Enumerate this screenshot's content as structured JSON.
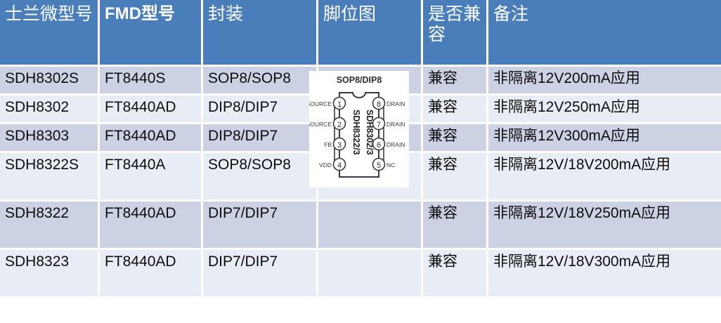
{
  "table": {
    "headers": [
      {
        "label": "士兰微型号",
        "name": "header-silan-model",
        "latin": false
      },
      {
        "label": "FMD型号",
        "name": "header-fmd-model",
        "latin": true
      },
      {
        "label": "封装",
        "name": "header-package",
        "latin": false
      },
      {
        "label": "脚位图",
        "name": "header-pinout",
        "latin": false
      },
      {
        "label": "是否兼容",
        "name": "header-compatible",
        "latin": false
      },
      {
        "label": "备注",
        "name": "header-remark",
        "latin": false
      }
    ],
    "rows": [
      {
        "silan": "SDH8302S",
        "fmd": "FT8440S",
        "package": "SOP8/SOP8",
        "compatible": "兼容",
        "remark": "非隔离12V200mA应用"
      },
      {
        "silan": "SDH8302",
        "fmd": "FT8440AD",
        "package": "DIP8/DIP7",
        "compatible": "兼容",
        "remark": "非隔离12V250mA应用"
      },
      {
        "silan": "SDH8303",
        "fmd": "FT8440AD",
        "package": "DIP8/DIP7",
        "compatible": "兼容",
        "remark": "非隔离12V300mA应用"
      },
      {
        "silan": "SDH8322S",
        "fmd": "FT8440A",
        "package": "SOP8/SOP8",
        "compatible": "兼容",
        "remark": "非隔离12V/18V200mA应用"
      },
      {
        "silan": "SDH8322",
        "fmd": "FT8440AD",
        "package": "DIP7/DIP7",
        "compatible": "兼容",
        "remark": "非隔离12V/18V250mA应用"
      },
      {
        "silan": "SDH8323",
        "fmd": "FT8440AD",
        "package": "DIP7/DIP7",
        "compatible": "兼容",
        "remark": "非隔离12V/18V300mA应用"
      }
    ]
  },
  "pin_diagram": {
    "title": "SOP8/DIP8",
    "body_label_left": "SDH8322/3",
    "body_label_right": "SDH8302/3",
    "left_pins": [
      {
        "num": "1",
        "label": "SOURCE"
      },
      {
        "num": "2",
        "label": "SOURCE"
      },
      {
        "num": "3",
        "label": "FB"
      },
      {
        "num": "4",
        "label": "VDD"
      }
    ],
    "right_pins": [
      {
        "num": "8",
        "label": "DRAIN"
      },
      {
        "num": "7",
        "label": "DRAIN"
      },
      {
        "num": "6",
        "label": "DRAIN"
      },
      {
        "num": "5",
        "label": "NC"
      }
    ]
  },
  "colors": {
    "header_blue": "#4a7ebb",
    "band_dark": "#ccd2e3",
    "band_light": "#e8ecf4",
    "text": "#0d0d0d",
    "header_text": "#ffffff",
    "diagram_line": "#3b3b3b",
    "diagram_text": "#3b3b3b"
  }
}
